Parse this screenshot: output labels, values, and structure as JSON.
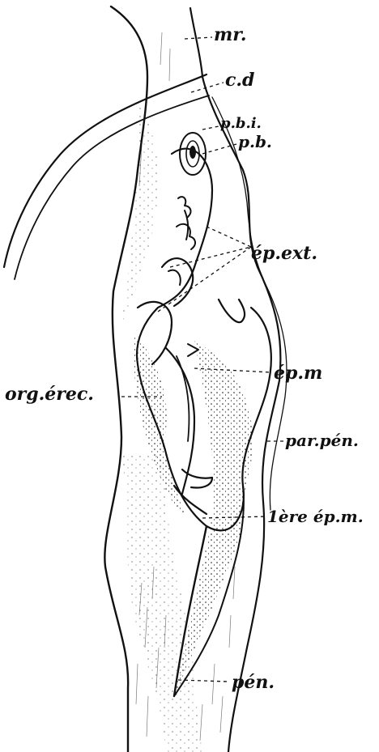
{
  "labels": {
    "mr": "mr.",
    "cd": "c.d",
    "pbi": "p.b.i.",
    "pb": "p.b.",
    "ep_ext": "ép.ext.",
    "ep_m": "ép.m",
    "org_erec": "org.érec.",
    "par_pen": "par.pén.",
    "ire_ep_m": "1ère ép.m.",
    "pen": "pén."
  }
}
